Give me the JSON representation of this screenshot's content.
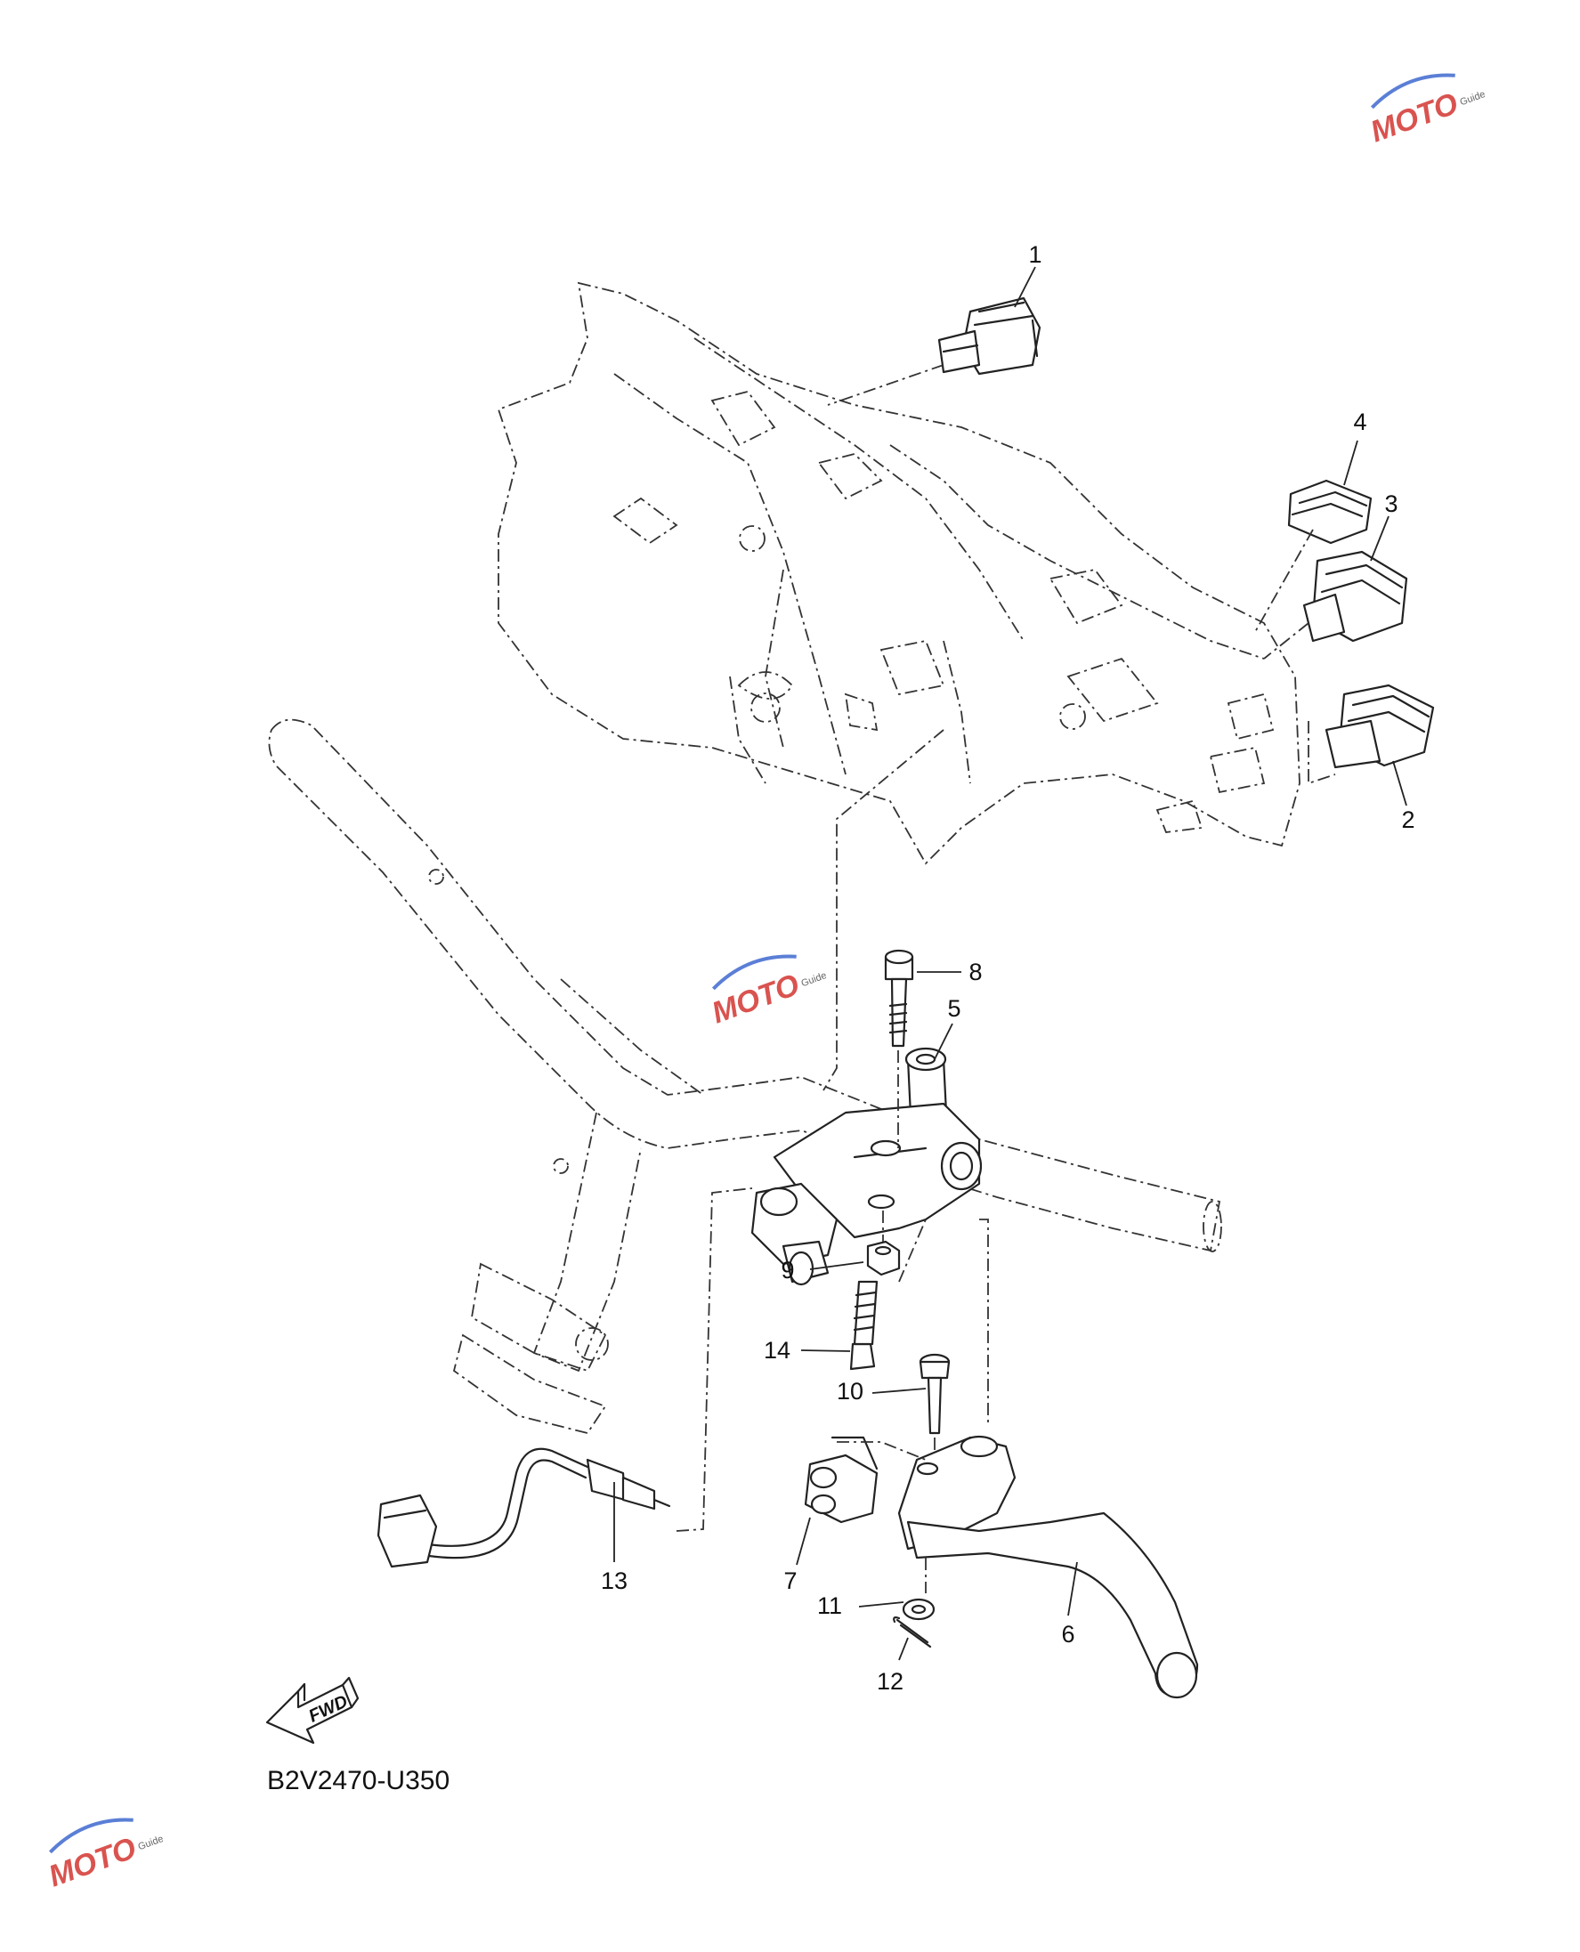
{
  "diagram_code": "B2V2470-U350",
  "fwd_label": "FWD",
  "watermark": {
    "brand": "MOTO",
    "sub": "Guide",
    "colors": {
      "red": "#d9534f",
      "blue": "#5b7fd6"
    }
  },
  "callouts": [
    {
      "id": "1",
      "label": "1"
    },
    {
      "id": "2",
      "label": "2"
    },
    {
      "id": "3",
      "label": "3"
    },
    {
      "id": "4",
      "label": "4"
    },
    {
      "id": "5",
      "label": "5"
    },
    {
      "id": "6",
      "label": "6"
    },
    {
      "id": "7",
      "label": "7"
    },
    {
      "id": "8",
      "label": "8"
    },
    {
      "id": "9",
      "label": "9"
    },
    {
      "id": "10",
      "label": "10"
    },
    {
      "id": "11",
      "label": "11"
    },
    {
      "id": "12",
      "label": "12"
    },
    {
      "id": "13",
      "label": "13"
    },
    {
      "id": "14",
      "label": "14"
    }
  ]
}
